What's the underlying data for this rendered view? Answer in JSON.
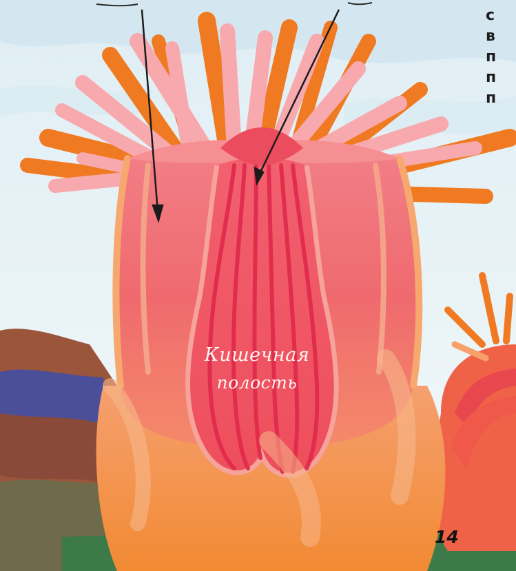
{
  "illustration": {
    "cavity_label_line1": "Кишечная",
    "cavity_label_line2": "полость"
  },
  "side_text_lines": [
    "с",
    "в",
    "п",
    "п",
    "п"
  ],
  "page_number": "14",
  "colors": {
    "background": "#eaf3f6",
    "tentacle_pink": "#f7a9ad",
    "tentacle_orange": "#f07a22",
    "body_red": "#ec5358",
    "body_pink": "#f59a93",
    "gut_stripes": "#e0294b",
    "base_orange": "#f4903c",
    "rock_brown": "#a35a3c",
    "water_blue": "#4b4f9a",
    "ground_green": "#3d7a4a"
  }
}
